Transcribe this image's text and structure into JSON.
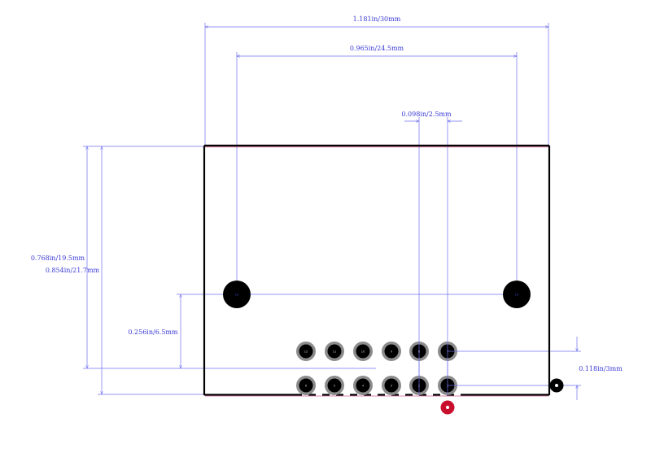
{
  "colors": {
    "dimension": "#6f6ff0",
    "dimension_text": "#3b3bd6",
    "outline": "#000000",
    "outline_accent": "#b0155a",
    "pad_ring": "#8c8c8c",
    "pad_core": "#000000",
    "marker_red": "#c8102e"
  },
  "dimensions": {
    "overall_width": "1.181in/30mm",
    "mount_spacing": "0.965in/24.5mm",
    "pin_pitch": "0.098in/2.5mm",
    "body_height_a": "0.768in/19.5mm",
    "body_height_b": "0.854in/21.7mm",
    "mount_offset": "0.256in/6.5mm",
    "row_spacing": "0.118in/3mm"
  },
  "pads_top_row": [
    "12",
    "11",
    "10",
    "9",
    "8",
    "7"
  ],
  "pads_bottom_row": [
    "6",
    "5",
    "4",
    "3",
    "2",
    "1"
  ],
  "mounting_holes": [
    "13",
    "14"
  ]
}
